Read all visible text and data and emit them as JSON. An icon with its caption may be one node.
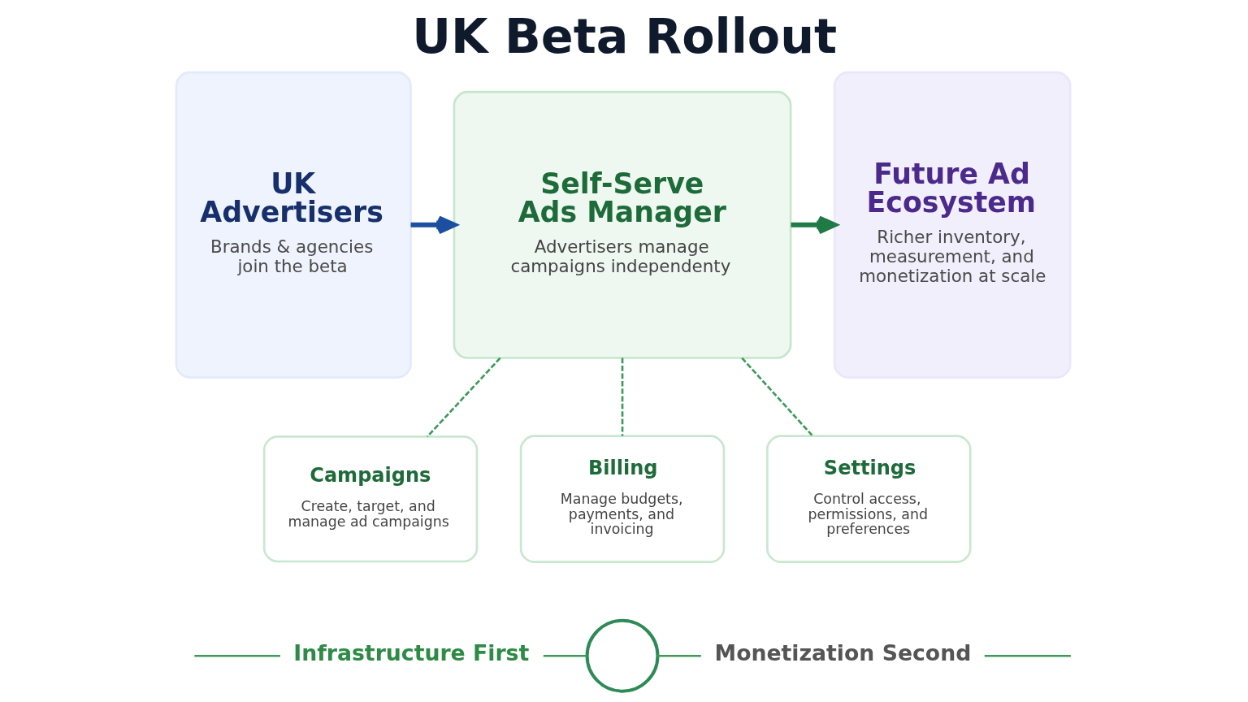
{
  "diagram": {
    "title": "UK Beta Rollout",
    "nodes": [
      {
        "text": [
          "UK Advertisers",
          "Brands & agencies join the beta"
        ]
      },
      {
        "text": [
          "Self-Serve Ads Manager",
          "Advertisers manage campaigns independenty"
        ]
      },
      {
        "text": [
          "Future Ad Ecosystem",
          "Richer inventory, measurement, and monetization at scale"
        ]
      },
      {
        "text": [
          "Campaigns",
          "Create, target, and manage ad campaigns"
        ]
      },
      {
        "text": [
          "Billing",
          "Manage budgets, payments, and invoicing"
        ]
      },
      {
        "text": [
          "Settings",
          "Control access, permissions, and preferences"
        ]
      },
      {
        "text": [
          "Infrastructure First"
        ]
      },
      {
        "text": [],
        "shape": "circle"
      },
      {
        "text": [
          "Monetization Second"
        ]
      }
    ],
    "edges": [
      {
        "from": 0,
        "to": 1,
        "arrow": "to",
        "style": "thick",
        "color": "#1c4fa0"
      },
      {
        "from": 1,
        "to": 2,
        "arrow": "to",
        "style": "thick",
        "color": "#1f7a45"
      },
      {
        "from": 1,
        "to": 3,
        "arrow": "none",
        "style": "dashed"
      },
      {
        "from": 1,
        "to": 4,
        "arrow": "none",
        "style": "dashed"
      },
      {
        "from": 1,
        "to": 5,
        "arrow": "none",
        "style": "dashed"
      },
      {
        "from": null,
        "to": 6,
        "arrow": "none"
      },
      {
        "from": 6,
        "to": 7,
        "arrow": "none"
      },
      {
        "from": 7,
        "to": 8,
        "arrow": "none"
      },
      {
        "from": 8,
        "to": null,
        "arrow": "none"
      }
    ]
  }
}
